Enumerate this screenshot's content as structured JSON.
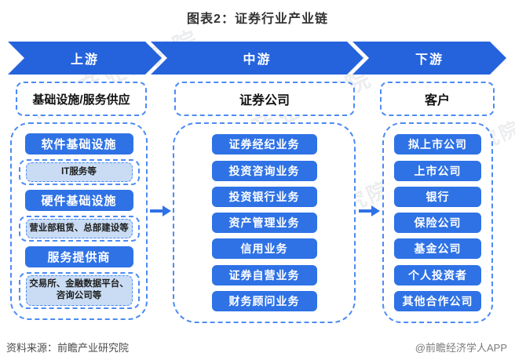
{
  "title": "图表2：证券行业产业链",
  "ribbon": {
    "segments": [
      {
        "label": "上游"
      },
      {
        "label": "中游"
      },
      {
        "label": "下游"
      }
    ]
  },
  "columns": [
    {
      "header": "基础设施/服务供应",
      "items": [
        {
          "type": "solid",
          "label": "软件基础设施"
        },
        {
          "type": "light",
          "label": "IT服务等"
        },
        {
          "type": "solid",
          "label": "硬件基础设施"
        },
        {
          "type": "light",
          "label": "营业部租赁、总部建设等"
        },
        {
          "type": "solid",
          "label": "服务提供商"
        },
        {
          "type": "light",
          "label": "交易所、金融数据平台、咨询公司等"
        }
      ]
    },
    {
      "header": "证券公司",
      "items": [
        {
          "type": "solid",
          "label": "证券经纪业务"
        },
        {
          "type": "solid",
          "label": "投资咨询业务"
        },
        {
          "type": "solid",
          "label": "投资银行业务"
        },
        {
          "type": "solid",
          "label": "资产管理业务"
        },
        {
          "type": "solid",
          "label": "信用业务"
        },
        {
          "type": "solid",
          "label": "证券自营业务"
        },
        {
          "type": "solid",
          "label": "财务顾问业务"
        }
      ]
    },
    {
      "header": "客户",
      "items": [
        {
          "type": "solid",
          "label": "拟上市公司"
        },
        {
          "type": "solid",
          "label": "上市公司"
        },
        {
          "type": "solid",
          "label": "银行"
        },
        {
          "type": "solid",
          "label": "保险公司"
        },
        {
          "type": "solid",
          "label": "基金公司"
        },
        {
          "type": "solid",
          "label": "个人投资者"
        },
        {
          "type": "solid",
          "label": "其他合作公司"
        }
      ]
    }
  ],
  "footer": {
    "source": "资料来源：前瞻产业研究院",
    "credit": "@前瞻经济学人APP"
  },
  "watermark": "前瞻产业研究院",
  "colors": {
    "band_blue": "#2563DD",
    "button_blue": "#2F72E6",
    "light_fill": "#C9DCF4",
    "dash_border": "#4C8BF5"
  }
}
